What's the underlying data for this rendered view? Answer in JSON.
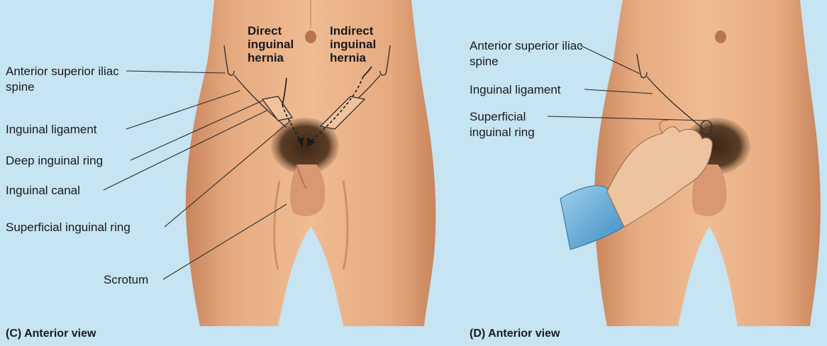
{
  "panel_c": {
    "labels": {
      "direct_hernia": "Direct inguinal hernia",
      "indirect_hernia": "Indirect inguinal hernia",
      "asis": "Anterior superior iliac spine",
      "ligament": "Inguinal ligament",
      "deep_ring": "Deep inguinal ring",
      "canal": "Inguinal canal",
      "superficial_ring": "Superficial inguinal ring",
      "scrotum": "Scrotum"
    },
    "caption": "(C) Anterior view"
  },
  "panel_d": {
    "labels": {
      "asis": "Anterior superior iliac spine",
      "ligament": "Inguinal ligament",
      "superficial_ring": "Superficial inguinal ring"
    },
    "caption": "(D) Anterior view"
  },
  "colors": {
    "background": "#c6e4f1",
    "skin": "#e8ad82",
    "skin_shade": "#c98561",
    "hair": "#5a3d26",
    "glove": "#5aaad6"
  }
}
